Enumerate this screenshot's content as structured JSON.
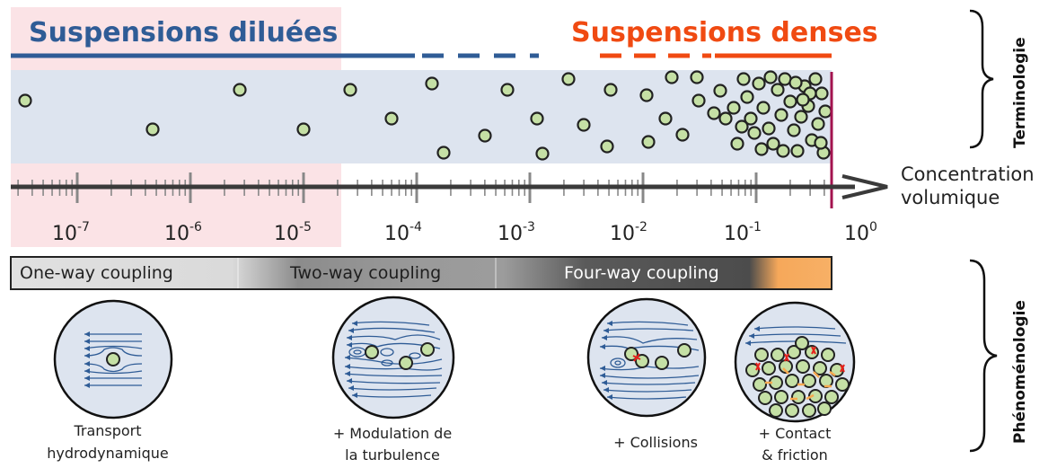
{
  "terminology": {
    "dilute_label": "Suspensions diluées",
    "dense_label": "Suspensions denses",
    "side_label": "Terminologie"
  },
  "axis": {
    "label_line1": "Concentration",
    "label_line2": "volumique",
    "ticks": [
      {
        "base": "10",
        "exp": "-7"
      },
      {
        "base": "10",
        "exp": "-6"
      },
      {
        "base": "10",
        "exp": "-5"
      },
      {
        "base": "10",
        "exp": "-4"
      },
      {
        "base": "10",
        "exp": "-3"
      },
      {
        "base": "10",
        "exp": "-2"
      },
      {
        "base": "10",
        "exp": "-1"
      },
      {
        "base": "10",
        "exp": "0"
      }
    ]
  },
  "coupling": {
    "one_way": "One-way coupling",
    "two_way": "Two-way coupling",
    "four_way": "Four-way coupling"
  },
  "phenomenology": {
    "side_label": "Phénoménologie",
    "captions": [
      {
        "line1": "Transport",
        "line2": "hydrodynamique"
      },
      {
        "line1": "+ Modulation de",
        "line2": "la turbulence"
      },
      {
        "line1": "+ Collisions",
        "line2": ""
      },
      {
        "line1": "+ Contact",
        "line2": "& friction"
      }
    ]
  },
  "colors": {
    "dilute_blue": "#2f5c96",
    "dense_orange": "#f04a12",
    "particle_fill": "#c5e0a5",
    "band_fill": "#dde4ef",
    "dilute_zone": "#fbe3e6",
    "max_packing_line": "#a3134f",
    "friction_orange": "#f7a94f"
  }
}
